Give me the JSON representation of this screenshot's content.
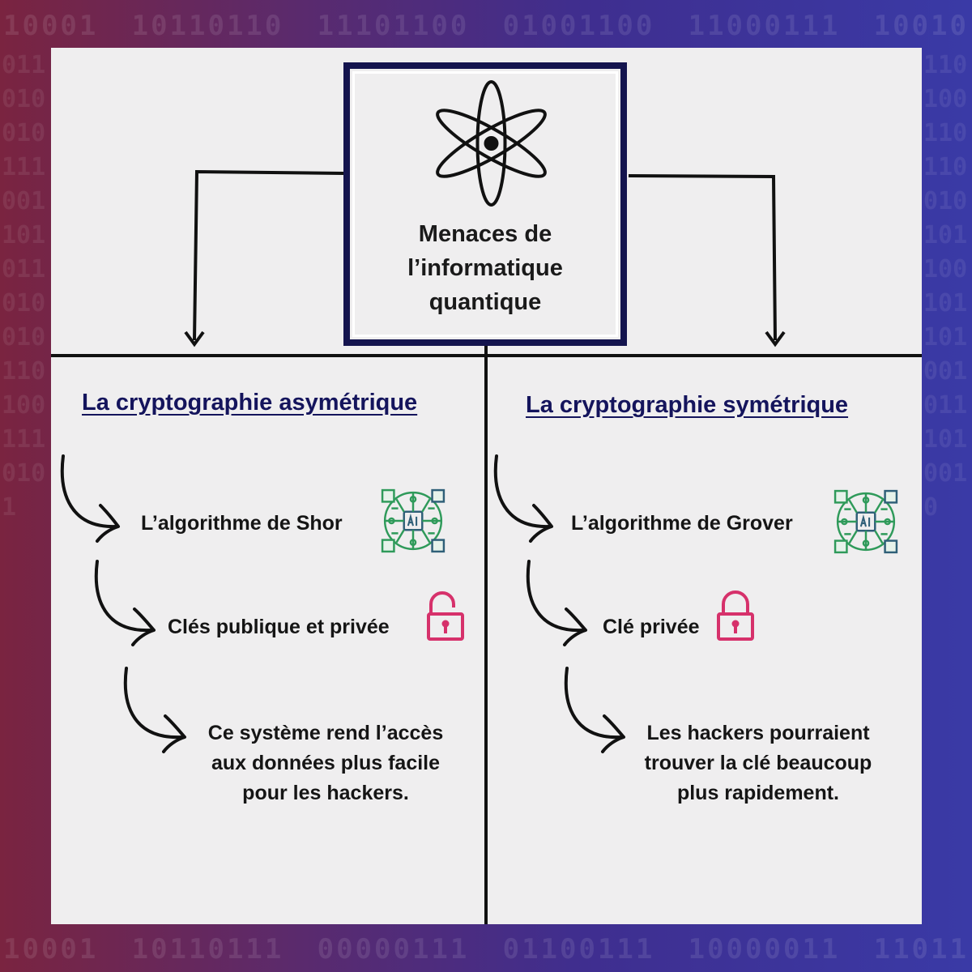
{
  "background": {
    "binary_rows": {
      "top": [
        "10001",
        "10110110",
        "11101100",
        "01001100",
        "11000111",
        "10010"
      ],
      "bottom": [
        "10001",
        "10110111",
        "00000111",
        "01100111",
        "10000011",
        "11011"
      ]
    },
    "binary_columns": {
      "left": "0110100101110011010110100101101001110101",
      "right": "1101001101100101011001011010010111010010"
    },
    "colors": {
      "left": "#7a2440",
      "right": "#3a3aa6"
    }
  },
  "center": {
    "title": "Menaces de l’informatique quantique",
    "icon": "atom-icon",
    "border_color": "#14144e"
  },
  "left": {
    "heading": "La cryptographie asymétrique",
    "items": [
      {
        "text": "L’algorithme de Shor",
        "icon": "ai-chip-icon"
      },
      {
        "text": "Clés publique et privée",
        "icon": "unlocked-padlock-icon"
      },
      {
        "text": "Ce système rend l’accès aux données plus facile pour les hackers."
      }
    ]
  },
  "right": {
    "heading": "La cryptographie symétrique",
    "items": [
      {
        "text": "L’algorithme de Grover",
        "icon": "ai-chip-icon"
      },
      {
        "text": "Clé privée",
        "icon": "locked-padlock-icon"
      },
      {
        "text": "Les hackers pourraient trouver la clé beaucoup plus rapidement."
      }
    ]
  },
  "colors": {
    "heading": "#14145c",
    "lock": "#d6316b",
    "chip": "#2f9a5a"
  }
}
